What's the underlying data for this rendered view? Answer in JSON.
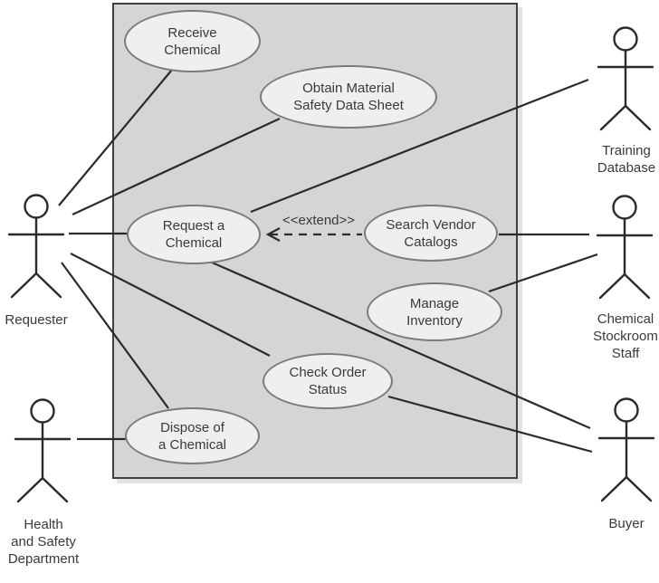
{
  "diagram": {
    "kind": "use-case-diagram"
  },
  "use_cases": [
    {
      "id": "receive-chemical",
      "label": "Receive\nChemical"
    },
    {
      "id": "obtain-msds",
      "label": "Obtain Material\nSafety Data Sheet"
    },
    {
      "id": "request-chemical",
      "label": "Request a\nChemical"
    },
    {
      "id": "search-vendor-catalogs",
      "label": "Search Vendor\nCatalogs"
    },
    {
      "id": "manage-inventory",
      "label": "Manage\nInventory"
    },
    {
      "id": "check-order-status",
      "label": "Check Order\nStatus"
    },
    {
      "id": "dispose-chemical",
      "label": "Dispose of\na Chemical"
    }
  ],
  "actors": [
    {
      "id": "requester",
      "label": "Requester"
    },
    {
      "id": "training-database",
      "label": "Training\nDatabase"
    },
    {
      "id": "chemical-stockroom-staff",
      "label": "Chemical\nStockroom\nStaff"
    },
    {
      "id": "buyer",
      "label": "Buyer"
    },
    {
      "id": "health-safety-department",
      "label": "Health\nand Safety\nDepartment"
    }
  ],
  "relationships": {
    "extend_label": "<<extend>>"
  },
  "colors": {
    "background": "#ffffff",
    "system_boundary_fill": "#d5d5d5",
    "system_boundary_border": "#414141",
    "system_boundary_shadow": "#e2e2e2",
    "use_case_fill": "#efefef",
    "use_case_border": "#7b7b7b",
    "connector": "#2b2b2b",
    "text": "#3a3a3a"
  }
}
